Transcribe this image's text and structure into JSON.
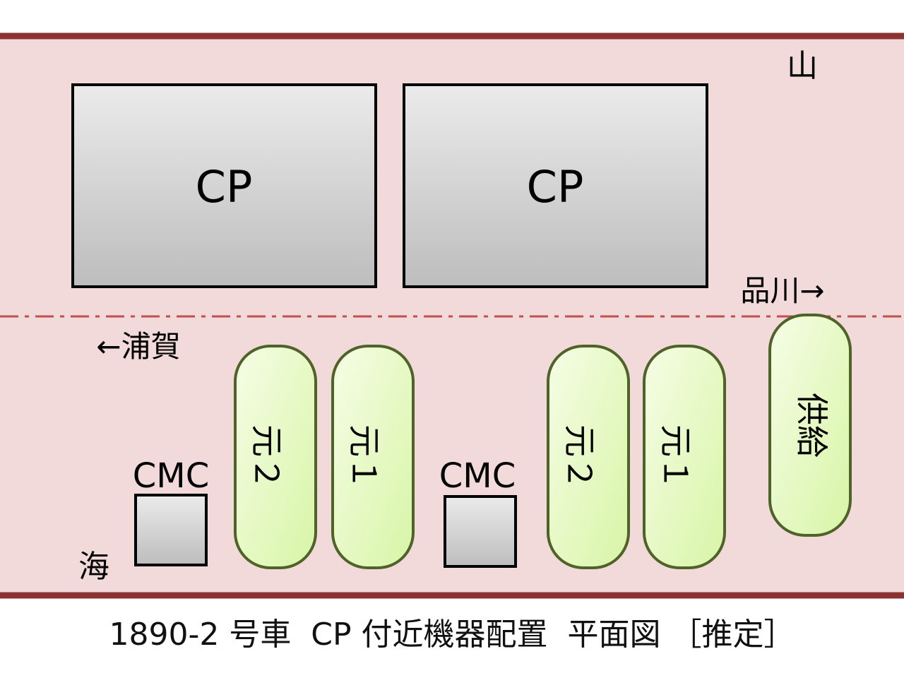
{
  "colors": {
    "car_fill": "#f2d9da",
    "car_border": "#8b3232",
    "centerline": "#c0504d",
    "cp_border": "#000000",
    "tank_border": "#4f6228",
    "tank_fill_top": "#f6fde6",
    "tank_fill_bottom": "#d7f5a6",
    "box_fill_top": "#ebebeb",
    "box_fill_bottom": "#bdbdbd"
  },
  "labels": {
    "mountain_side": "山",
    "sea_side": "海",
    "to_shinagawa": "品川→",
    "to_uraga": "←浦賀"
  },
  "compressors": [
    {
      "label": "CP"
    },
    {
      "label": "CP"
    }
  ],
  "cmc_units": [
    {
      "label": "CMC"
    },
    {
      "label": "CMC"
    }
  ],
  "tanks": [
    {
      "label": "元２"
    },
    {
      "label": "元１"
    },
    {
      "label": "元２"
    },
    {
      "label": "元１"
    },
    {
      "label": "供給"
    }
  ],
  "caption": "1890-2 号車  CP 付近機器配置  平面図 ［推定］"
}
